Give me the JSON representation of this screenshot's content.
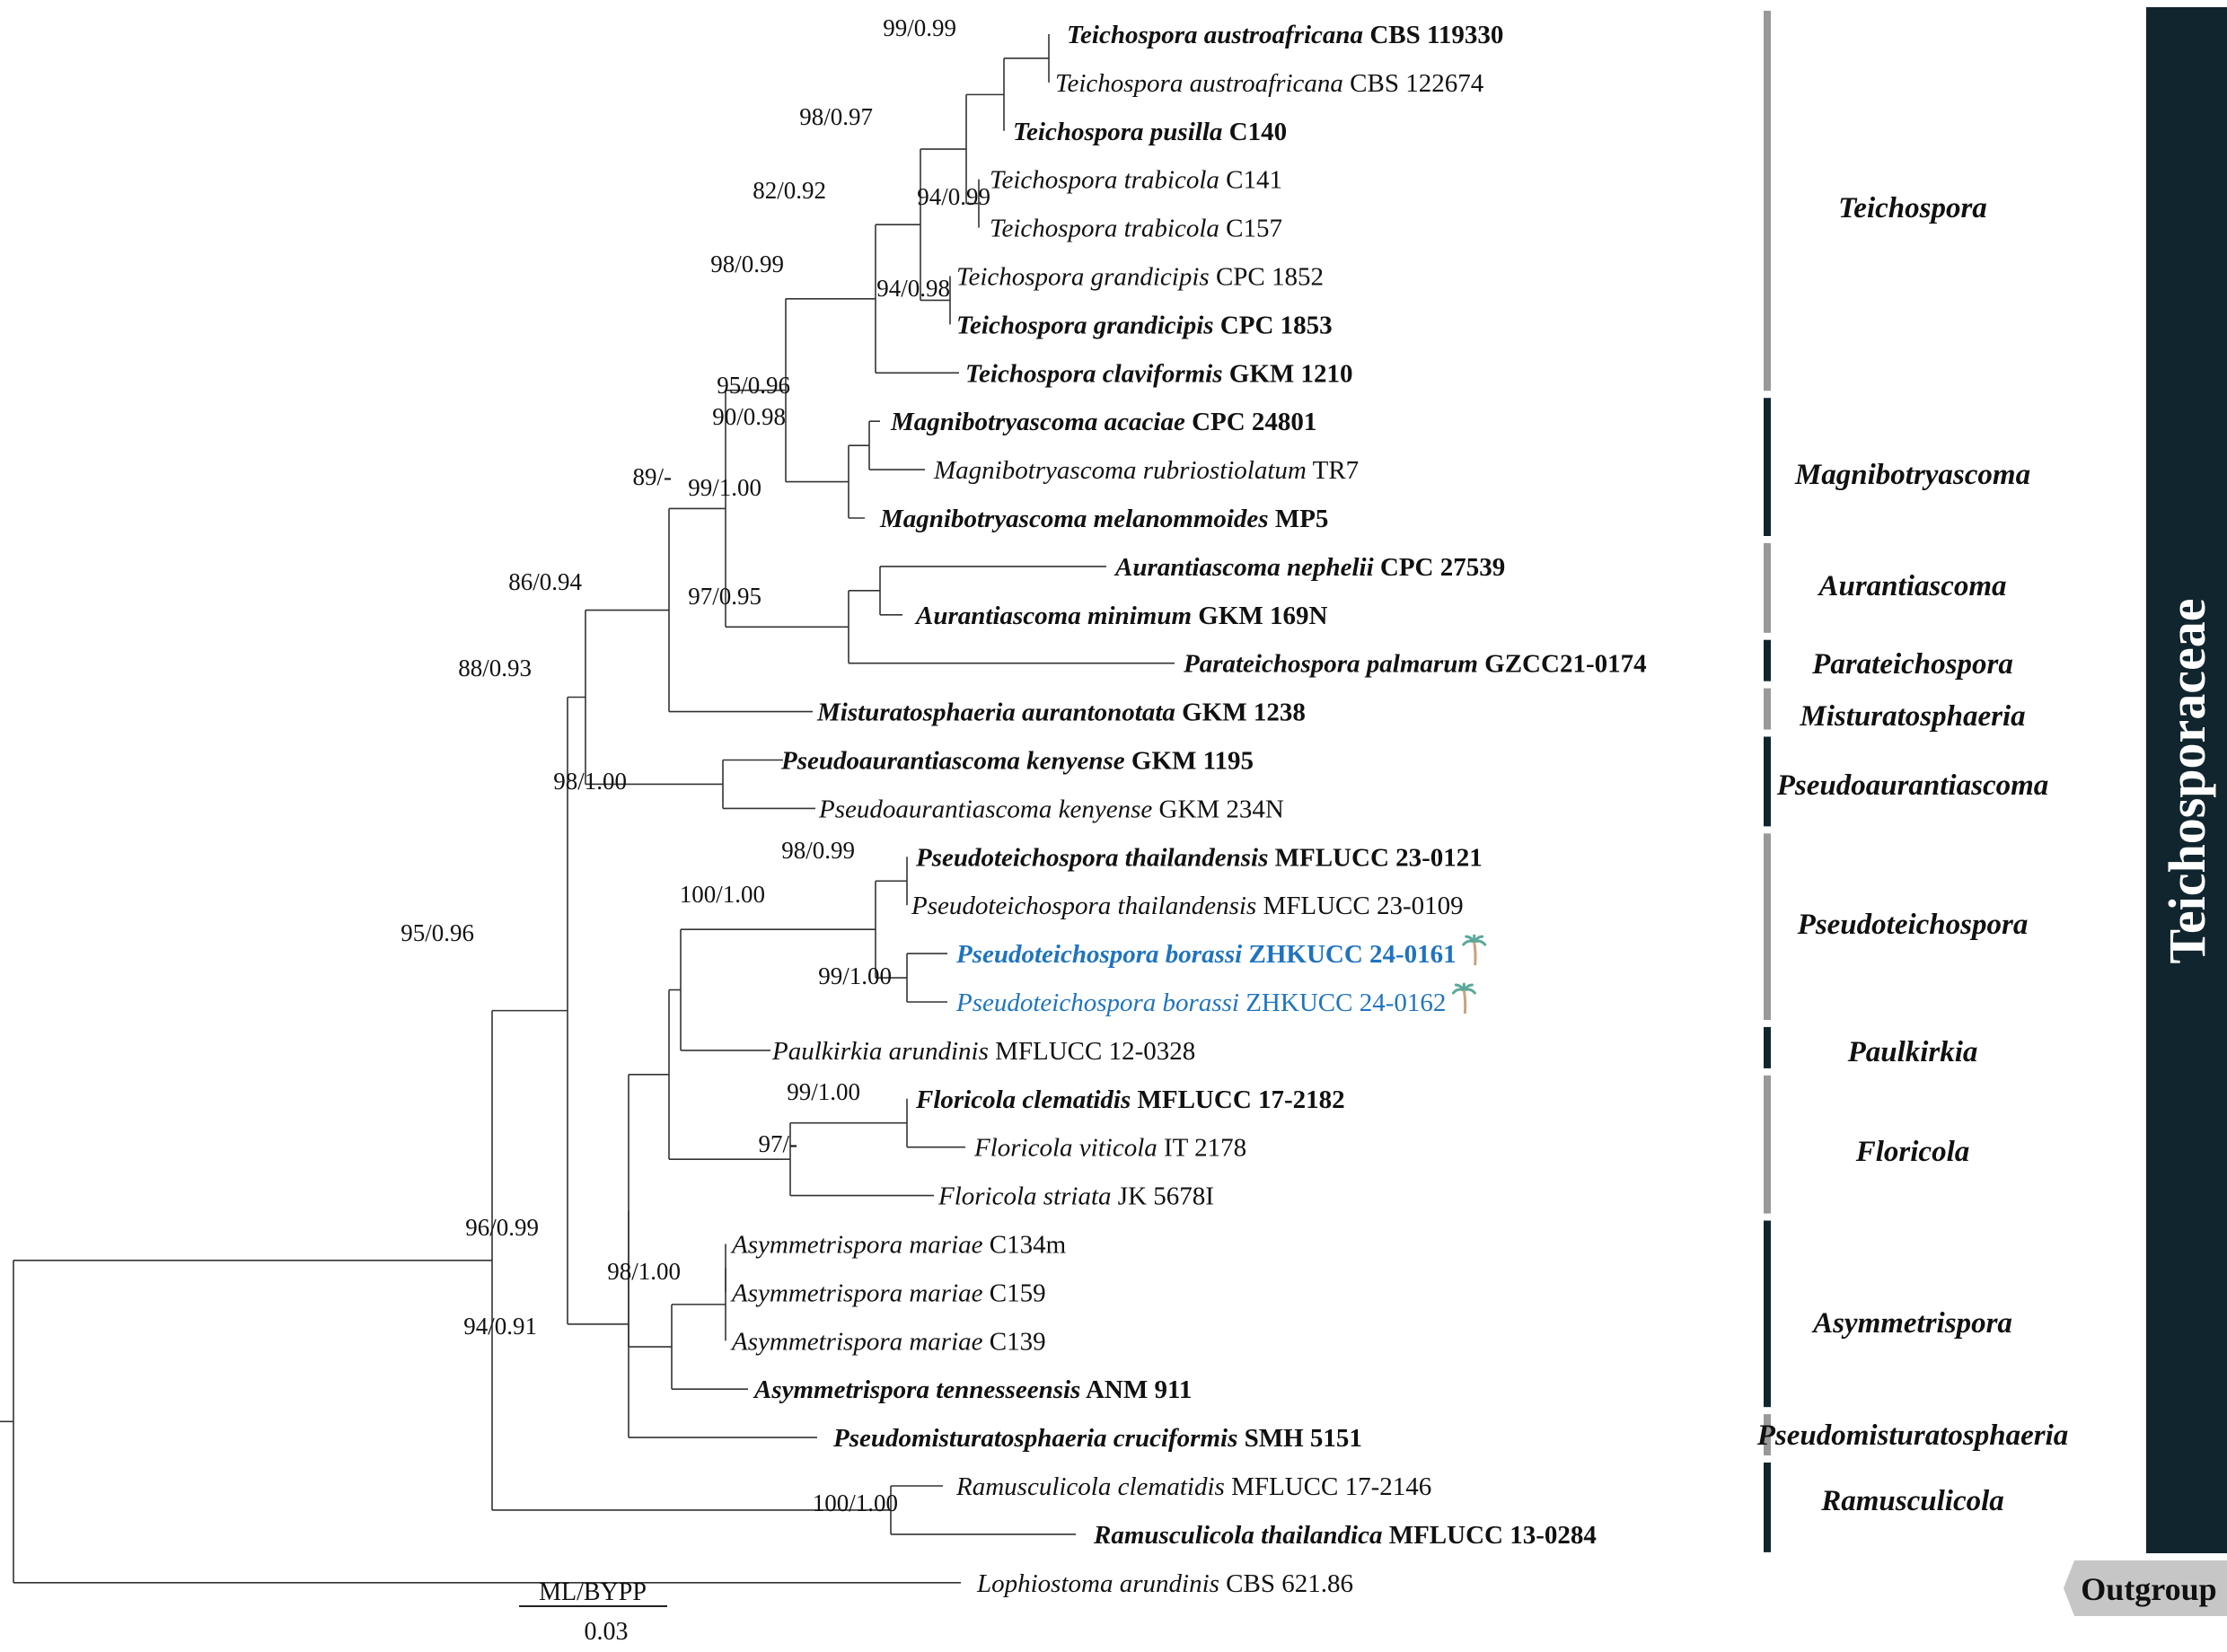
{
  "family": {
    "label": "Teichosporaceae",
    "color": "#11252e"
  },
  "outgroup": {
    "label": "Outgroup",
    "color": "#c6c6c6"
  },
  "legend": {
    "support_label": "ML/BYPP",
    "scale_value": "0.03"
  },
  "colors": {
    "new_species": "#1f74c0",
    "bar_dark": "#11252e",
    "bar_grey": "#999999",
    "palm_leaf": "#5aa89a",
    "palm_trunk": "#c9a27e"
  },
  "taxa": [
    {
      "genus": "Teichospora austroafricana",
      "strain": "CBS 119330",
      "bold": true
    },
    {
      "genus": "Teichospora austroafricana",
      "strain": "CBS 122674",
      "bold": false
    },
    {
      "genus": "Teichospora pusilla",
      "strain": "C140",
      "bold": true
    },
    {
      "genus": "Teichospora trabicola",
      "strain": "C141",
      "bold": false
    },
    {
      "genus": "Teichospora trabicola",
      "strain": "C157",
      "bold": false
    },
    {
      "genus": "Teichospora grandicipis",
      "strain": "CPC 1852",
      "bold": false
    },
    {
      "genus": "Teichospora grandicipis",
      "strain": "CPC 1853",
      "bold": true
    },
    {
      "genus": "Teichospora claviformis",
      "strain": "GKM 1210",
      "bold": true
    },
    {
      "genus": "Magnibotryascoma acaciae",
      "strain": "CPC 24801",
      "bold": true
    },
    {
      "genus": "Magnibotryascoma rubriostiolatum",
      "strain": "TR7",
      "bold": false
    },
    {
      "genus": "Magnibotryascoma melanommoides",
      "strain": "MP5",
      "bold": true
    },
    {
      "genus": "Aurantiascoma nephelii",
      "strain": "CPC 27539",
      "bold": true
    },
    {
      "genus": "Aurantiascoma minimum",
      "strain": "GKM 169N",
      "bold": true
    },
    {
      "genus": "Parateichospora palmarum",
      "strain": "GZCC21-0174",
      "bold": true
    },
    {
      "genus": "Misturatosphaeria aurantonotata",
      "strain": "GKM 1238",
      "bold": true
    },
    {
      "genus": "Pseudoaurantiascoma kenyense",
      "strain": "GKM 1195",
      "bold": true
    },
    {
      "genus": "Pseudoaurantiascoma kenyense",
      "strain": "GKM 234N",
      "bold": false
    },
    {
      "genus": "Pseudoteichospora thailandensis",
      "strain": "MFLUCC 23-0121",
      "bold": true
    },
    {
      "genus": "Pseudoteichospora thailandensis",
      "strain": "MFLUCC 23-0109",
      "bold": false
    },
    {
      "genus": "Pseudoteichospora borassi",
      "strain": "ZHKUCC 24-0161",
      "bold": true,
      "highlight": true
    },
    {
      "genus": "Pseudoteichospora borassi",
      "strain": "ZHKUCC 24-0162",
      "bold": false,
      "highlight": true
    },
    {
      "genus": "Paulkirkia arundinis",
      "strain": "MFLUCC 12-0328",
      "bold": false
    },
    {
      "genus": "Floricola clematidis",
      "strain": "MFLUCC 17-2182",
      "bold": true
    },
    {
      "genus": "Floricola viticola",
      "strain": "IT 2178",
      "bold": false
    },
    {
      "genus": "Floricola striata",
      "strain": "JK 5678I",
      "bold": false
    },
    {
      "genus": "Asymmetrispora mariae",
      "strain": "C134m",
      "bold": false
    },
    {
      "genus": "Asymmetrispora mariae",
      "strain": "C159",
      "bold": false
    },
    {
      "genus": "Asymmetrispora mariae",
      "strain": "C139",
      "bold": false
    },
    {
      "genus": "Asymmetrispora tennesseensis",
      "strain": "ANM 911",
      "bold": true
    },
    {
      "genus": "Pseudomisturatosphaeria cruciformis",
      "strain": "SMH 5151",
      "bold": true
    },
    {
      "genus": "Ramusculicola clematidis",
      "strain": "MFLUCC 17-2146",
      "bold": false
    },
    {
      "genus": "Ramusculicola thailandica",
      "strain": "MFLUCC 13-0284",
      "bold": true
    },
    {
      "genus": "Lophiostoma arundinis",
      "strain": "CBS 621.86",
      "bold": false
    }
  ],
  "clades": [
    {
      "name": "Teichospora",
      "bar_color": "#999999"
    },
    {
      "name": "Magnibotryascoma",
      "bar_color": "#11252e"
    },
    {
      "name": "Aurantiascoma",
      "bar_color": "#999999"
    },
    {
      "name": "Parateichospora",
      "bar_color": "#11252e"
    },
    {
      "name": "Misturatosphaeria",
      "bar_color": "#999999"
    },
    {
      "name": "Pseudoaurantiascoma",
      "bar_color": "#11252e"
    },
    {
      "name": "Pseudoteichospora",
      "bar_color": "#999999"
    },
    {
      "name": "Paulkirkia",
      "bar_color": "#11252e"
    },
    {
      "name": "Floricola",
      "bar_color": "#999999"
    },
    {
      "name": "Asymmetrispora",
      "bar_color": "#11252e"
    },
    {
      "name": "Pseudomisturatosphaeria",
      "bar_color": "#999999"
    },
    {
      "name": "Ramusculicola",
      "bar_color": "#11252e"
    }
  ],
  "support": [
    {
      "value": "99/0.99"
    },
    {
      "value": "98/0.97"
    },
    {
      "value": "94/0.99"
    },
    {
      "value": "82/0.92"
    },
    {
      "value": "94/0.98"
    },
    {
      "value": "98/0.99"
    },
    {
      "value": "95/0.96"
    },
    {
      "value": "90/0.98"
    },
    {
      "value": "99/1.00"
    },
    {
      "value": "89/-"
    },
    {
      "value": "97/0.95"
    },
    {
      "value": "86/0.94"
    },
    {
      "value": "88/0.93"
    },
    {
      "value": "98/1.00"
    },
    {
      "value": "98/0.99"
    },
    {
      "value": "100/1.00"
    },
    {
      "value": "99/1.00"
    },
    {
      "value": "99/1.00"
    },
    {
      "value": "97/-"
    },
    {
      "value": "95/0.96"
    },
    {
      "value": "96/0.99"
    },
    {
      "value": "98/1.00"
    },
    {
      "value": "94/0.91"
    },
    {
      "value": "100/1.00"
    }
  ]
}
